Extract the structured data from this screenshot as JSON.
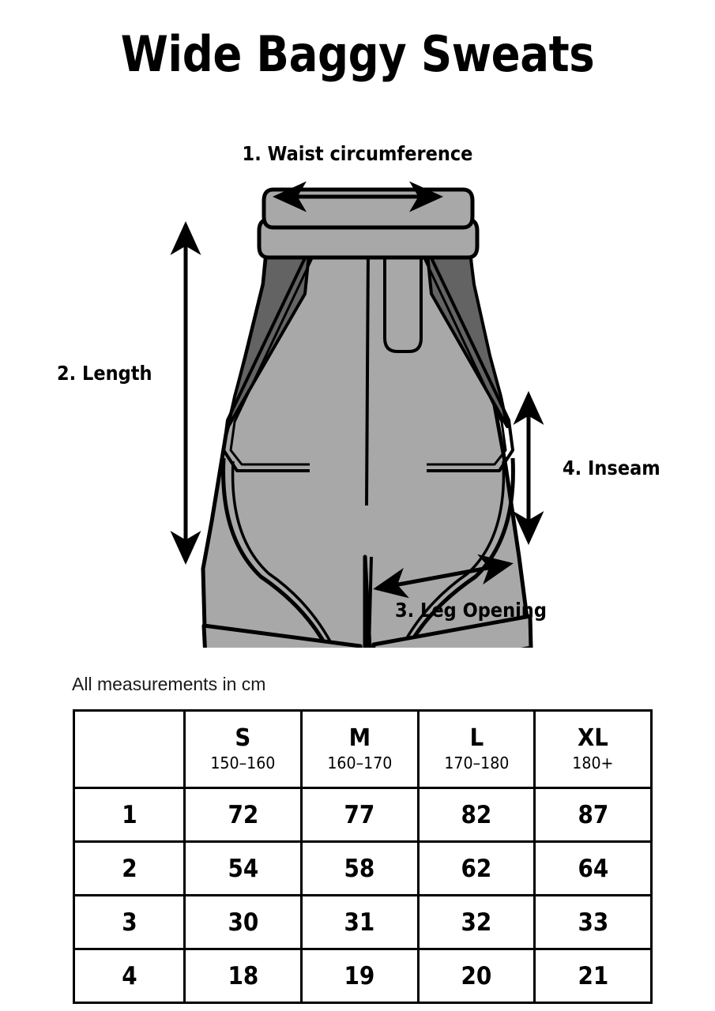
{
  "title": "Wide Baggy Sweats",
  "measurements": {
    "waist": "1. Waist circumference",
    "length": "2. Length",
    "leg_opening": "3. Leg Opening",
    "inseam": "4. Inseam"
  },
  "table": {
    "note": "All measurements in cm",
    "corner_header": "",
    "sizes": [
      {
        "label": "S",
        "height_range": "150–160"
      },
      {
        "label": "M",
        "height_range": "160–170"
      },
      {
        "label": "L",
        "height_range": "170–180"
      },
      {
        "label": "XL",
        "height_range": "180+"
      }
    ],
    "rows": [
      {
        "key": "1",
        "values": [
          "72",
          "77",
          "82",
          "87"
        ]
      },
      {
        "key": "2",
        "values": [
          "54",
          "58",
          "62",
          "64"
        ]
      },
      {
        "key": "3",
        "values": [
          "30",
          "31",
          "32",
          "33"
        ]
      },
      {
        "key": "4",
        "values": [
          "18",
          "19",
          "20",
          "21"
        ]
      }
    ]
  },
  "colors": {
    "garment_light": "#a8a8a8",
    "garment_dark": "#636363",
    "outline": "#000000",
    "background": "#ffffff"
  }
}
